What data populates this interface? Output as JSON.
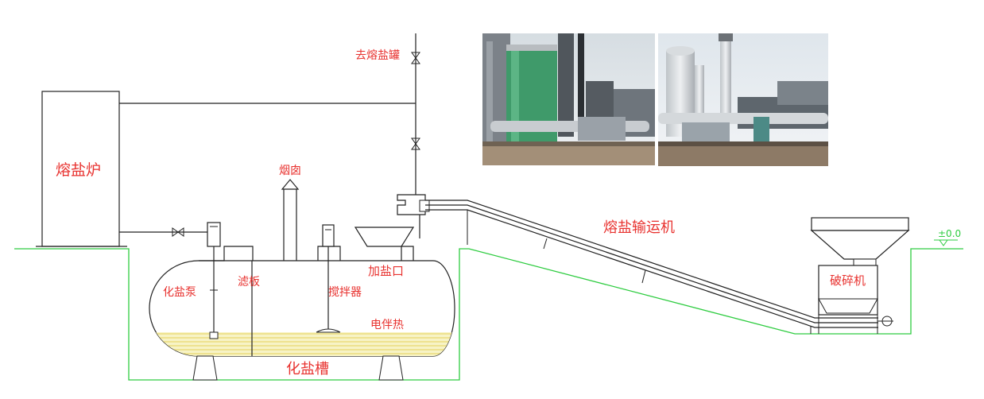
{
  "labels": {
    "furnace": "熔盐炉",
    "to_tank": "去熔盐罐",
    "chimney": "烟囱",
    "conveyor": "熔盐输运机",
    "crusher": "破碎机",
    "pump": "化盐泵",
    "filter_plate": "滤板",
    "agitator": "搅拌器",
    "inlet": "加盐口",
    "heat_tracing": "电伴热",
    "tank": "化盐槽",
    "ground_level": "±0.0"
  },
  "colors": {
    "label": "#e8322f",
    "line": "#222222",
    "ground": "#2ecc40",
    "salt_fill": "#f7f3c6",
    "salt_lines": "#e6d25a"
  },
  "photos": [
    {
      "name": "plant-photo-green-tower"
    },
    {
      "name": "plant-photo-silver-tower"
    }
  ]
}
